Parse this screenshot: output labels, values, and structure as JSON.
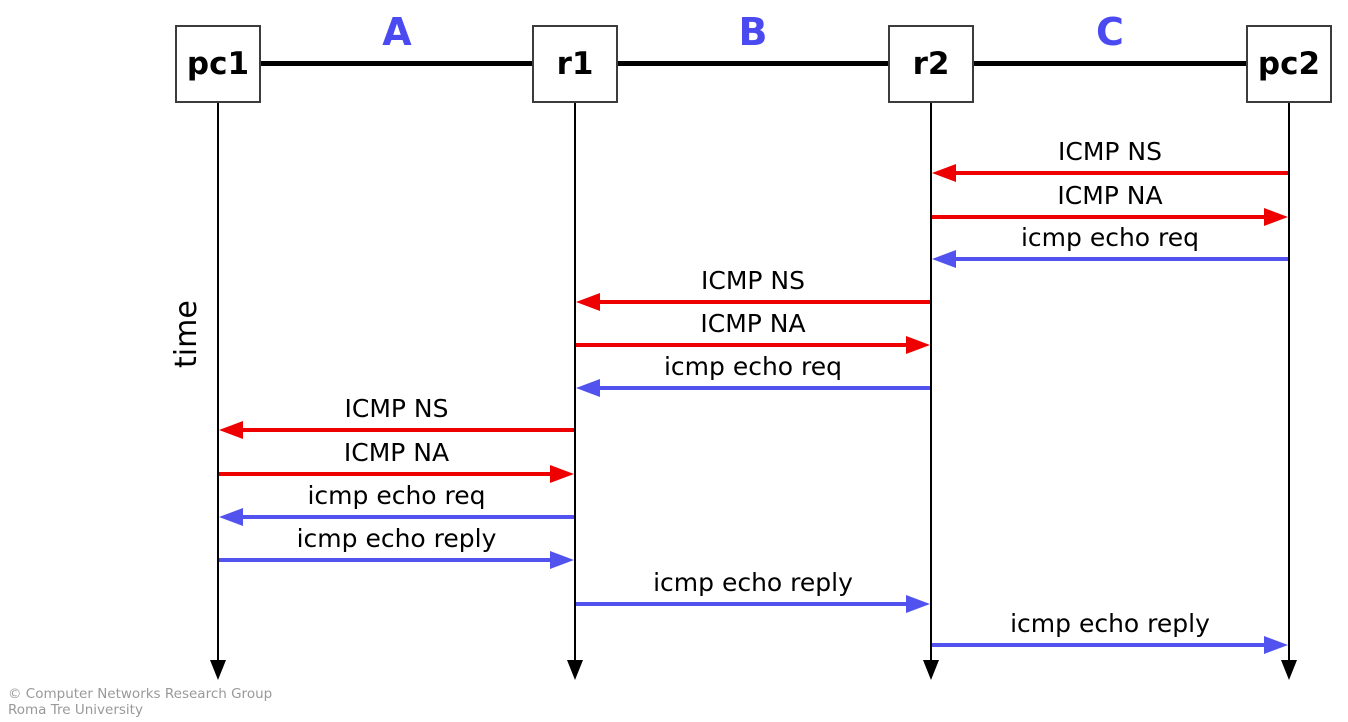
{
  "diagram": {
    "type": "network-sequence-diagram",
    "description": "ICMPv6 neighbor discovery and ping exchange between pc2 and pc1 across routers r1 and r2"
  },
  "nodes": [
    {
      "id": "pc1",
      "label": "pc1"
    },
    {
      "id": "r1",
      "label": "r1"
    },
    {
      "id": "r2",
      "label": "r2"
    },
    {
      "id": "pc2",
      "label": "pc2"
    }
  ],
  "segments": [
    {
      "id": "A",
      "label": "A",
      "between": [
        "pc1",
        "r1"
      ]
    },
    {
      "id": "B",
      "label": "B",
      "between": [
        "r1",
        "r2"
      ]
    },
    {
      "id": "C",
      "label": "C",
      "between": [
        "r2",
        "pc2"
      ]
    }
  ],
  "axis": {
    "time_label": "time"
  },
  "messages": [
    {
      "label": "ICMP NS",
      "segment": "C",
      "from": "pc2",
      "to": "r2",
      "direction": "left",
      "color": "#ee0000"
    },
    {
      "label": "ICMP NA",
      "segment": "C",
      "from": "r2",
      "to": "pc2",
      "direction": "right",
      "color": "#ee0000"
    },
    {
      "label": "icmp echo req",
      "segment": "C",
      "from": "pc2",
      "to": "r2",
      "direction": "left",
      "color": "#5252ee"
    },
    {
      "label": "ICMP NS",
      "segment": "B",
      "from": "r2",
      "to": "r1",
      "direction": "left",
      "color": "#ee0000"
    },
    {
      "label": "ICMP NA",
      "segment": "B",
      "from": "r1",
      "to": "r2",
      "direction": "right",
      "color": "#ee0000"
    },
    {
      "label": "icmp echo req",
      "segment": "B",
      "from": "r2",
      "to": "r1",
      "direction": "left",
      "color": "#5252ee"
    },
    {
      "label": "ICMP NS",
      "segment": "A",
      "from": "r1",
      "to": "pc1",
      "direction": "left",
      "color": "#ee0000"
    },
    {
      "label": "ICMP NA",
      "segment": "A",
      "from": "pc1",
      "to": "r1",
      "direction": "right",
      "color": "#ee0000"
    },
    {
      "label": "icmp echo req",
      "segment": "A",
      "from": "r1",
      "to": "pc1",
      "direction": "left",
      "color": "#5252ee"
    },
    {
      "label": "icmp echo reply",
      "segment": "A",
      "from": "pc1",
      "to": "r1",
      "direction": "right",
      "color": "#5252ee"
    },
    {
      "label": "icmp echo reply",
      "segment": "B",
      "from": "r1",
      "to": "r2",
      "direction": "right",
      "color": "#5252ee"
    },
    {
      "label": "icmp echo reply",
      "segment": "C",
      "from": "r2",
      "to": "pc2",
      "direction": "right",
      "color": "#5252ee"
    }
  ],
  "footer": {
    "line1": "© Computer Networks Research Group",
    "line2": "Roma Tre University"
  },
  "colors": {
    "arrow_red": "#ee0000",
    "arrow_blue": "#5252ee",
    "segment_label_blue": "#4a4af0",
    "lifeline_black": "#000000",
    "footer_gray": "#999999"
  }
}
